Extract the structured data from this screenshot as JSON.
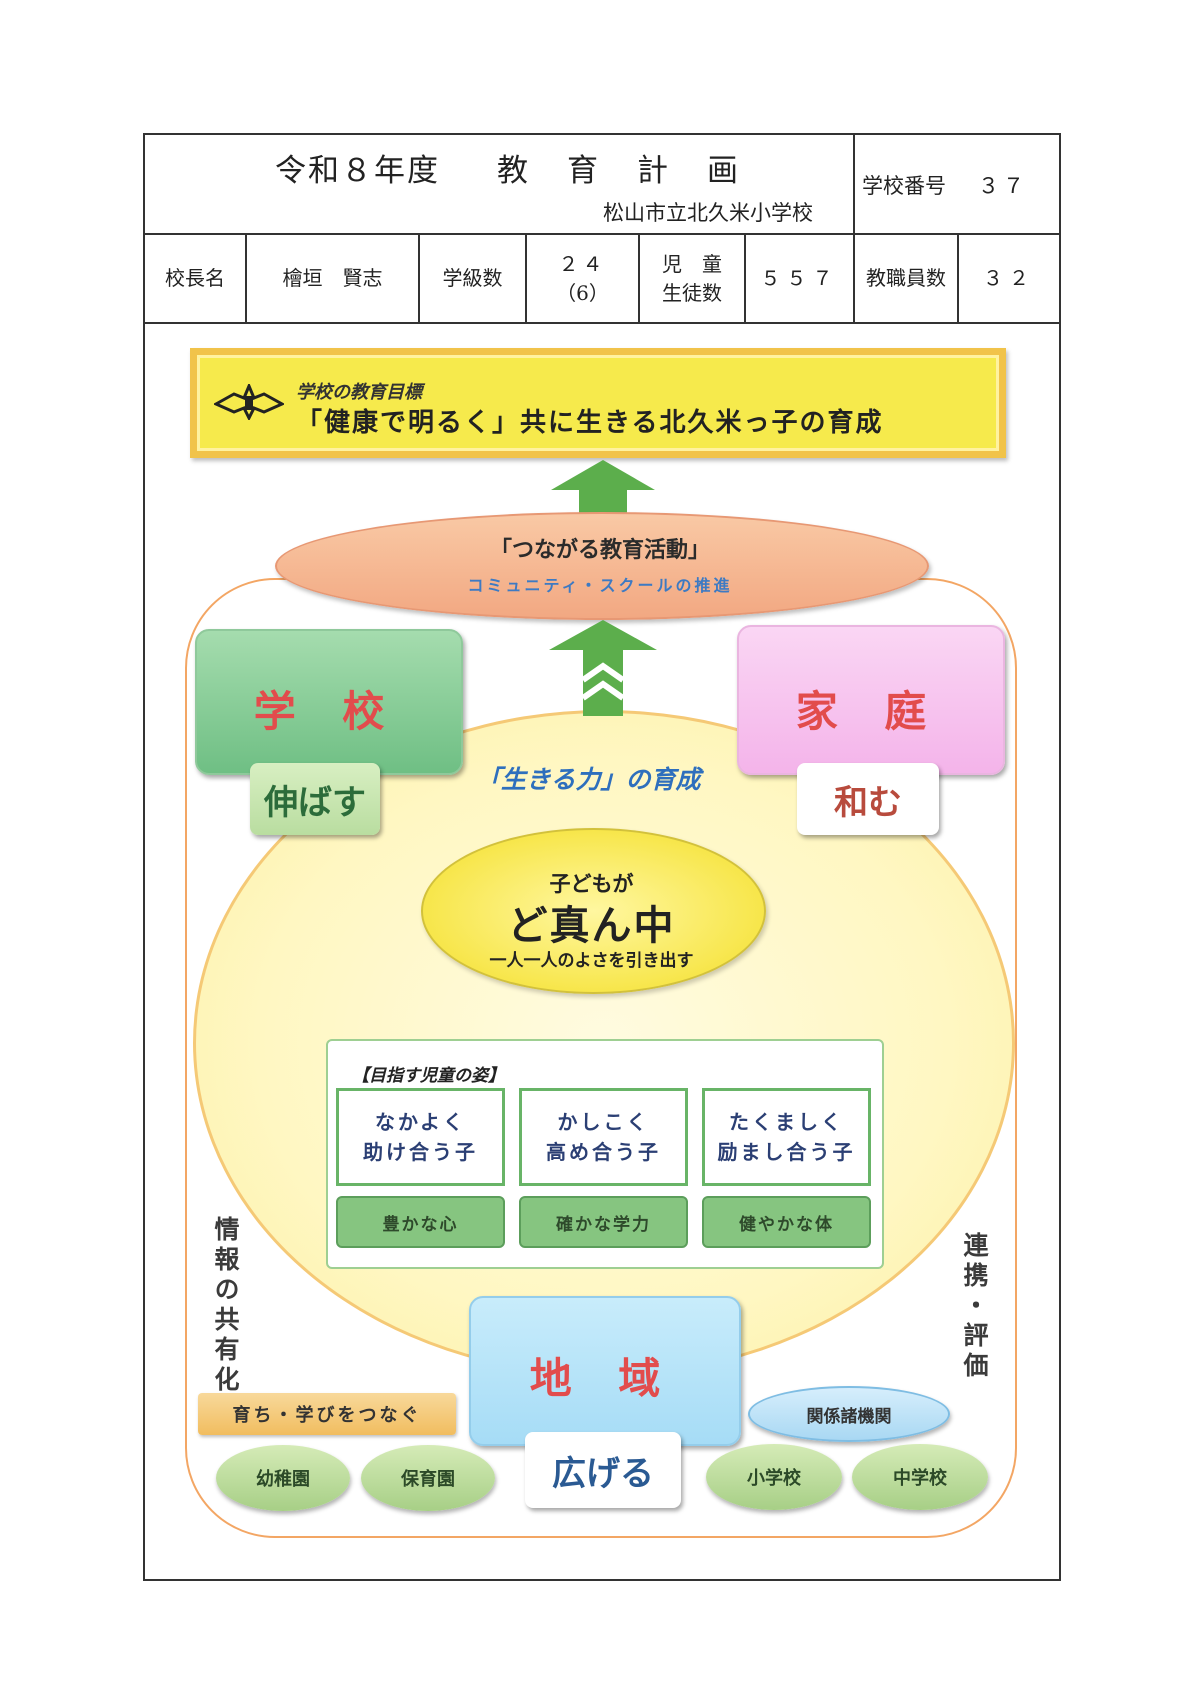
{
  "header": {
    "title_year": "令和８年度",
    "title_main": "教　育　計　画",
    "school_name": "松山市立北久米小学校",
    "school_no_label": "学校番号",
    "school_no_value": "３７",
    "principal_label": "校長名",
    "principal_value": "檜垣　賢志",
    "classes_label": "学級数",
    "classes_value_1": "２４",
    "classes_value_2": "（6）",
    "students_label_1": "児　童",
    "students_label_2": "生徒数",
    "students_value": "５５７",
    "staff_label": "教職員数",
    "staff_value": "３２"
  },
  "diagram": {
    "goal_label": "学校の教育目標",
    "goal_text": "「健康で明るく」共に生きる北久米っ子の育成",
    "activity_title": "「つながる教育活動」",
    "activity_sub": "コミュニティ・スクールの推進",
    "school_box": "学 校",
    "school_action": "伸ばす",
    "home_box": "家 庭",
    "home_action": "和む",
    "ikiru_chikara": "「生きる力」の育成",
    "center_line1": "子どもが",
    "center_line2": "ど真ん中",
    "center_line3": "一人一人のよさを引き出す",
    "aim_heading": "【目指す児童の姿】",
    "aims": [
      {
        "top": "なかよく\n助け合う子",
        "bottom": "豊かな心"
      },
      {
        "top": "かしこく\n高め合う子",
        "bottom": "確かな学力"
      },
      {
        "top": "たくましく\n励まし合う子",
        "bottom": "健やかな体"
      }
    ],
    "left_vertical": "情報の共有化",
    "right_vertical": "連携・評価",
    "area_box": "地 域",
    "area_action": "広げる",
    "connect_banner": "育ち・学びをつなぐ",
    "kindergarten": "幼稚園",
    "nursery": "保育園",
    "agencies": "関係諸機関",
    "elementary": "小学校",
    "junior_high": "中学校"
  }
}
